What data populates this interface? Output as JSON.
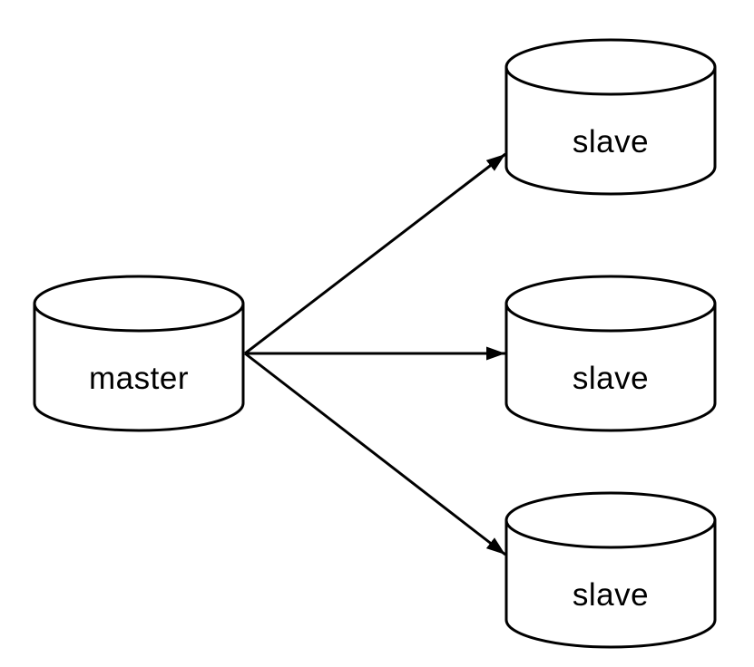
{
  "diagram": {
    "nodes": {
      "master": {
        "label": "master",
        "shape": "database-cylinder"
      },
      "slaves": [
        {
          "label": "slave",
          "shape": "database-cylinder"
        },
        {
          "label": "slave",
          "shape": "database-cylinder"
        },
        {
          "label": "slave",
          "shape": "database-cylinder"
        }
      ]
    },
    "edges": [
      {
        "from": "master",
        "to": "slave-top"
      },
      {
        "from": "master",
        "to": "slave-middle"
      },
      {
        "from": "master",
        "to": "slave-bottom"
      }
    ],
    "colors": {
      "stroke": "#000000",
      "fill": "#ffffff",
      "background": "#ffffff"
    }
  }
}
